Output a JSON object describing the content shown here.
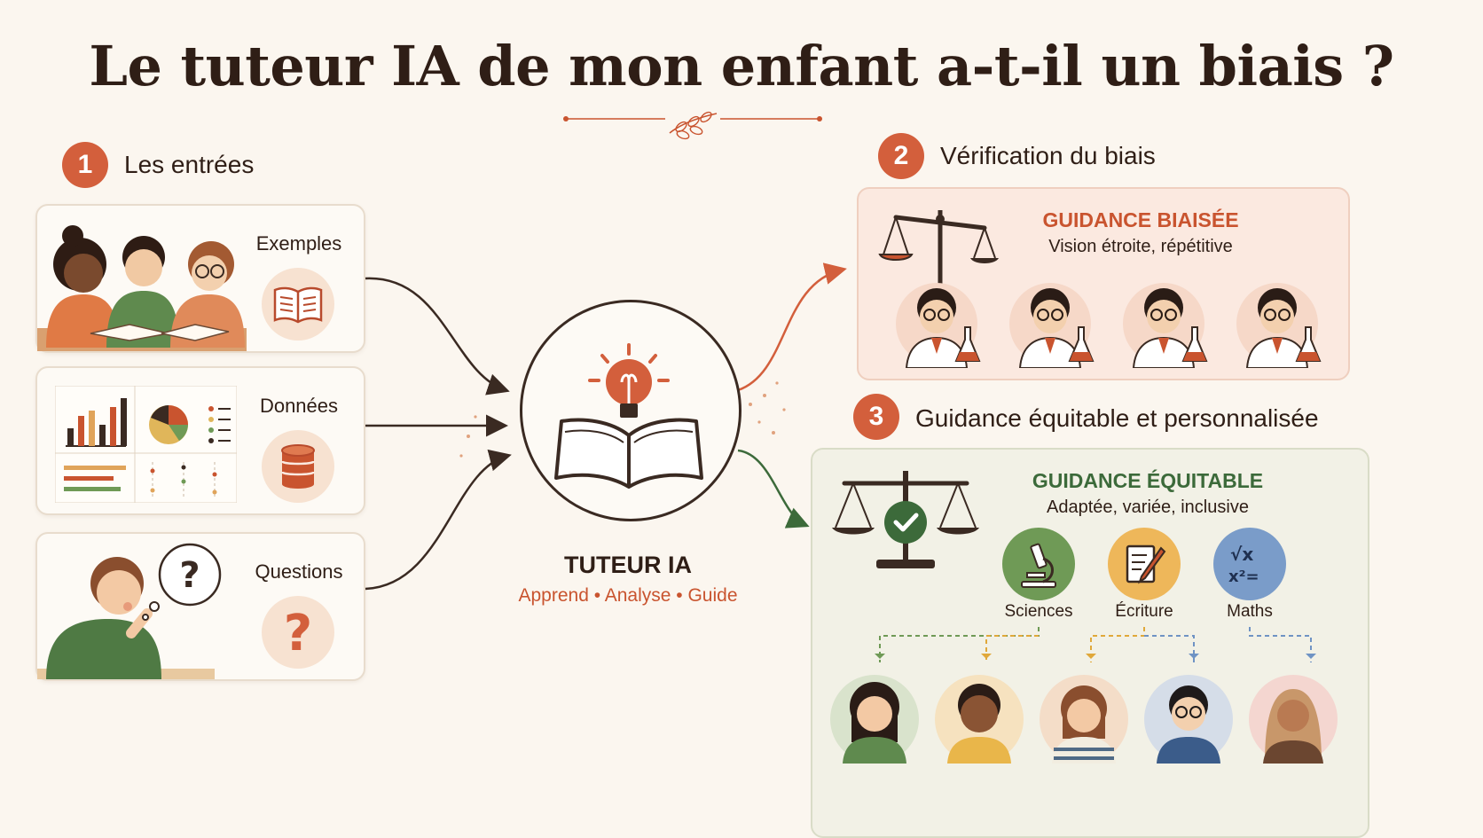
{
  "title": "Le tuteur IA de mon enfant a-t-il un biais ?",
  "sections": {
    "inputs": {
      "number": "1",
      "title": "Les entrées"
    },
    "bias_check": {
      "number": "2",
      "title": "Vérification du biais"
    },
    "equitable": {
      "number": "3",
      "title": "Guidance équitable et personnalisée"
    }
  },
  "inputs": [
    {
      "label": "Exemples",
      "icon": "book-icon"
    },
    {
      "label": "Données",
      "icon": "database-icon"
    },
    {
      "label": "Questions",
      "icon": "question-mark-icon"
    }
  ],
  "tutor": {
    "title": "TUTEUR IA",
    "subtitle": "Apprend • Analyse • Guide"
  },
  "biased": {
    "heading": "GUIDANCE BIAISÉE",
    "description": "Vision étroite, répétitive"
  },
  "fair": {
    "heading": "GUIDANCE ÉQUITABLE",
    "description": "Adaptée, variée, inclusive",
    "subjects": [
      {
        "label": "Sciences",
        "color": "#6f9a56",
        "icon": "microscope-icon"
      },
      {
        "label": "Écriture",
        "color": "#eeb75a",
        "icon": "writing-icon"
      },
      {
        "label": "Maths",
        "color": "#7a9cc9",
        "icon": "math-icon"
      }
    ]
  },
  "colors": {
    "accent": "#d35f3c",
    "green": "#3c6a3a",
    "dark": "#3a2a22",
    "background": "#fbf6ef"
  }
}
